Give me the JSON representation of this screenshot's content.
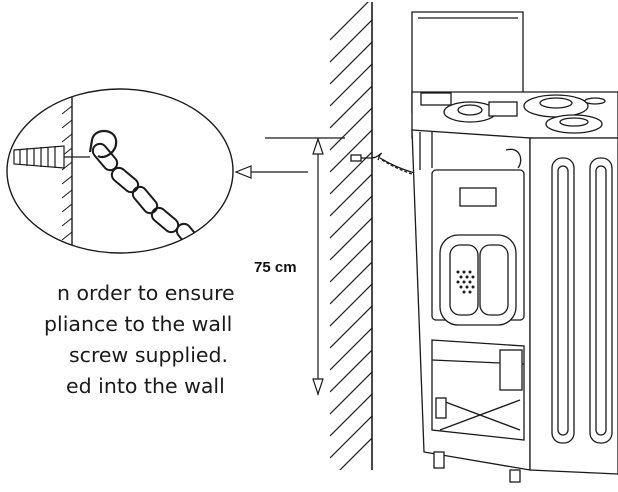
{
  "diagram": {
    "dimension_label": "75 cm",
    "caption_lines": [
      "n order to ensure",
      "pliance to the wall",
      "screw  supplied.",
      "ed into the wall"
    ],
    "colors": {
      "line": "#1a1a1a",
      "background": "#ffffff"
    }
  }
}
